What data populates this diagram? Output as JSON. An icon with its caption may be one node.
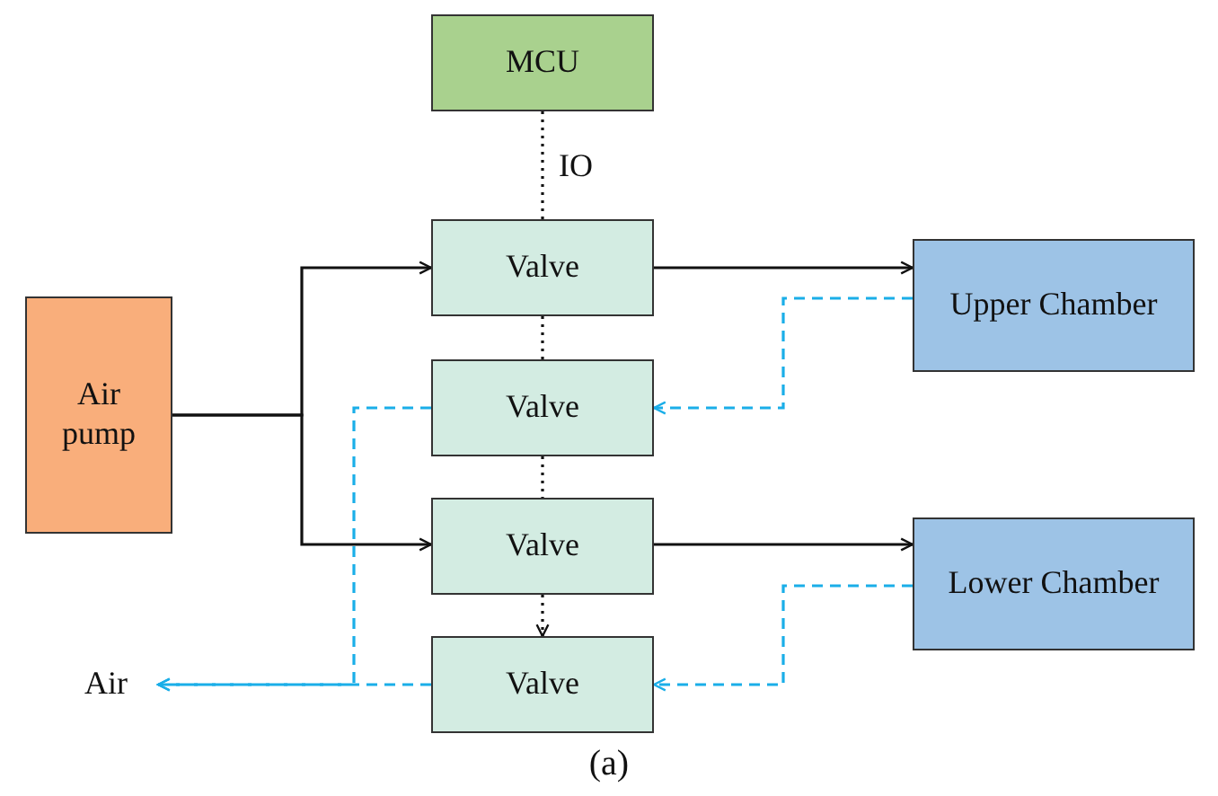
{
  "diagram": {
    "caption": "(a)",
    "nodes": [
      {
        "text": [
          "MCU"
        ]
      },
      {
        "text": [
          "Air pump"
        ]
      },
      {
        "text": [
          "Valve"
        ]
      },
      {
        "text": [
          "Valve"
        ]
      },
      {
        "text": [
          "Valve"
        ]
      },
      {
        "text": [
          "Valve"
        ]
      },
      {
        "text": [
          "Upper Chamber"
        ]
      },
      {
        "text": [
          "Lower Chamber"
        ]
      },
      {
        "text": [
          "Air"
        ]
      }
    ],
    "edges": [
      {
        "from": 0,
        "to": 2,
        "arrow": "none",
        "label": "IO",
        "style": "dashed"
      },
      {
        "from": 2,
        "to": 3,
        "arrow": "none",
        "style": "dashed"
      },
      {
        "from": 3,
        "to": 4,
        "arrow": "none",
        "style": "dashed"
      },
      {
        "from": 4,
        "to": 5,
        "arrow": "to",
        "style": "dashed"
      },
      {
        "from": 1,
        "to": 2,
        "arrow": "to"
      },
      {
        "from": 1,
        "to": 4,
        "arrow": "to"
      },
      {
        "from": 2,
        "to": 6,
        "arrow": "to"
      },
      {
        "from": 4,
        "to": 7,
        "arrow": "to"
      },
      {
        "from": 6,
        "to": 3,
        "arrow": "to",
        "style": "dashed",
        "color": "#1aaee8"
      },
      {
        "from": 7,
        "to": 5,
        "arrow": "to",
        "style": "dashed",
        "color": "#1aaee8"
      },
      {
        "from": 3,
        "to": 8,
        "arrow": "to",
        "style": "dashed",
        "color": "#1aaee8"
      },
      {
        "from": 5,
        "to": 8,
        "arrow": "to",
        "style": "dashed",
        "color": "#1aaee8"
      }
    ]
  }
}
